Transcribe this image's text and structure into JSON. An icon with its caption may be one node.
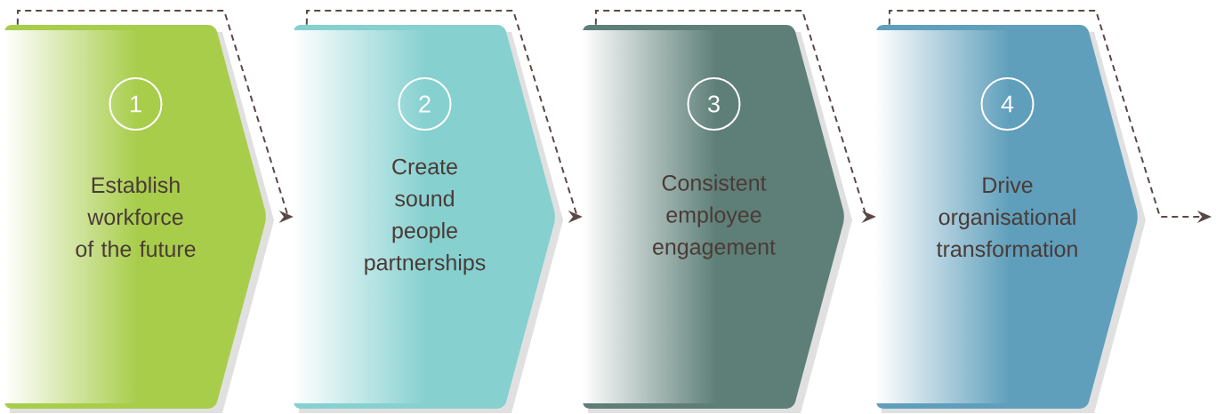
{
  "diagram": {
    "nodes": [
      {
        "text": [
          "1",
          "Establish workforce of the future"
        ]
      },
      {
        "text": [
          "2",
          "Create sound people partnerships"
        ]
      },
      {
        "text": [
          "3",
          "Consistent employee engagement"
        ]
      },
      {
        "text": [
          "4",
          "Drive organisational transformation"
        ]
      }
    ],
    "edges": [
      {
        "from": 0,
        "to": 1,
        "arrow": "to",
        "style": "dashed"
      },
      {
        "from": 1,
        "to": 2,
        "arrow": "to",
        "style": "dashed"
      },
      {
        "from": 2,
        "to": 3,
        "arrow": "to",
        "style": "dashed"
      },
      {
        "from": 3,
        "to": null,
        "arrow": "to",
        "style": "dashed"
      }
    ]
  }
}
